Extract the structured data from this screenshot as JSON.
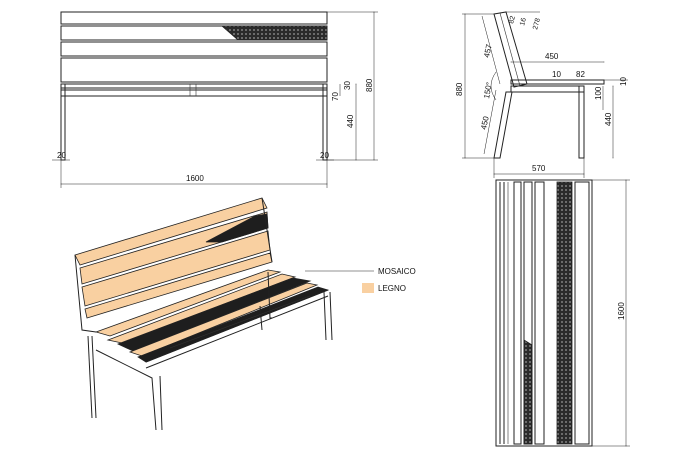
{
  "front_view": {
    "dims": {
      "length": "1600",
      "height_total": "880",
      "seat_height": "440",
      "seat_top": "70",
      "seat_rail": "30",
      "foot_left": "20",
      "foot_right": "20"
    }
  },
  "side_view": {
    "dims": {
      "height_total": "880",
      "back_upper": "457",
      "back_lower": "450",
      "angle": "150°",
      "depth": "570",
      "seat_depth": "450",
      "seat_overhang": "82",
      "seat_gap": "10",
      "slat_thickness": "10",
      "seat_frame": "100",
      "seat_height": "440",
      "top_82": "82",
      "top_16": "16",
      "top_278": "278"
    }
  },
  "top_view": {
    "dims": {
      "length": "1600"
    }
  },
  "legend": {
    "items": [
      {
        "label": "MOSAICO",
        "color": "#1e1e1e"
      },
      {
        "label": "LEGNO",
        "color": "#f9d0a1"
      }
    ]
  },
  "colors": {
    "wood": "#f9d0a1",
    "mosaic": "#1e1e1e",
    "line": "#222222"
  }
}
